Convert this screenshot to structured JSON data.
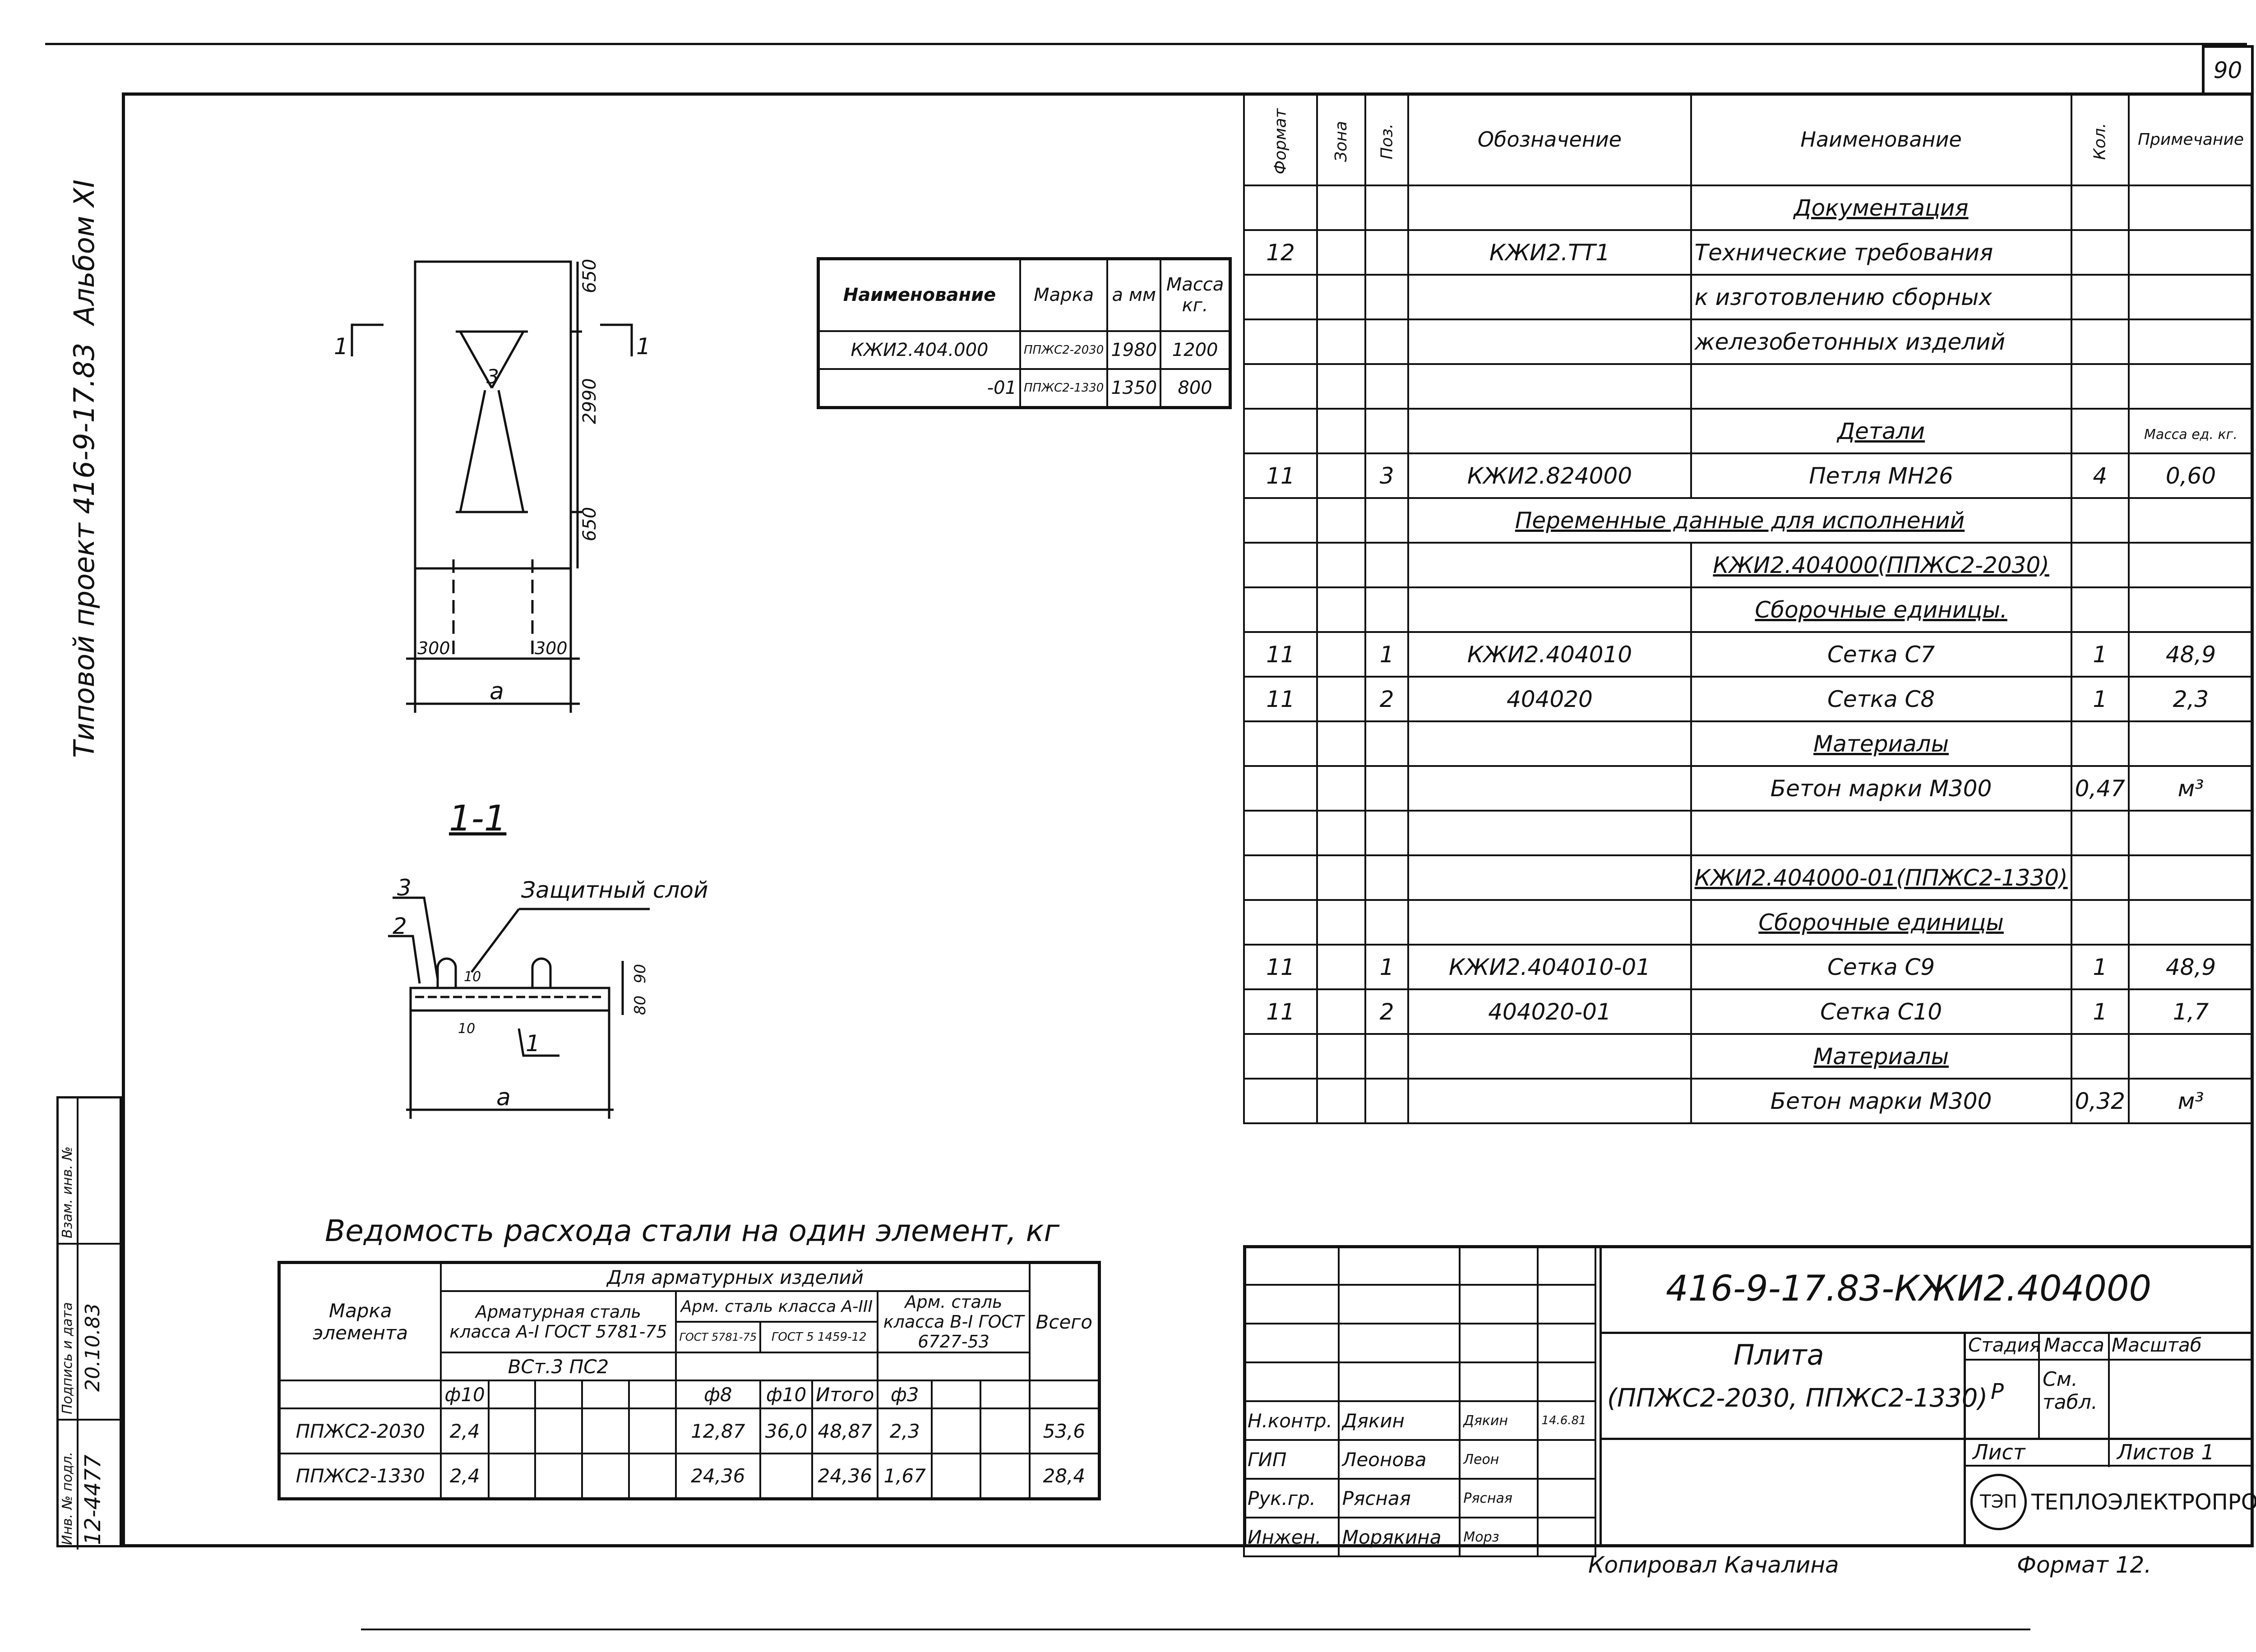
{
  "page_number": "90",
  "side": {
    "album": "Альбом XI",
    "project": "Типовой проект 416-9-17.83",
    "inv_no_label": "Инв. № подл.",
    "inv_no": "12-4477",
    "sign_date_label": "Подпись и дата",
    "sign_date": "20.10.83",
    "vzam_label": "Взам. инв. №"
  },
  "drawing": {
    "section_label": "1-1",
    "section_mark": "1",
    "pos3": "3",
    "dim_650_top": "650",
    "dim_650_bottom": "650",
    "dim_2990": "2990",
    "dim_300_left": "300",
    "dim_300_right": "300",
    "dim_a": "a",
    "sec_pos3": "3",
    "sec_pos2": "2",
    "sec_pos1": "1",
    "protective_layer": "Защитный слой",
    "dim_90": "90",
    "dim_80": "80",
    "dim_10_top": "10",
    "dim_10_bottom": "10",
    "sec_dim_a": "a"
  },
  "mass_table": {
    "headers": [
      "Наименование",
      "Марка",
      "a мм",
      "Масса кг."
    ],
    "rows": [
      [
        "КЖИ2.404.000",
        "ППЖС2-2030",
        "1980",
        "1200"
      ],
      [
        "-01",
        "ППЖС2-1330",
        "1350",
        "800"
      ]
    ]
  },
  "spec": {
    "headers": [
      "Формат",
      "Зона",
      "Поз.",
      "Обозначение",
      "Наименование",
      "Кол.",
      "Примечание"
    ],
    "rows": [
      [
        "",
        "",
        "",
        "",
        "Документация",
        "",
        "",
        "ul"
      ],
      [
        "12",
        "",
        "",
        "КЖИ2.ТТ1",
        "Технические требования",
        "",
        ""
      ],
      [
        "",
        "",
        "",
        "",
        "к изготовлению сборных",
        "",
        ""
      ],
      [
        "",
        "",
        "",
        "",
        "железобетонных изделий",
        "",
        ""
      ],
      [
        "",
        "",
        "",
        "",
        "",
        "",
        ""
      ],
      [
        "",
        "",
        "",
        "",
        "Детали",
        "",
        "Масса ед. кг.",
        "ul"
      ],
      [
        "11",
        "",
        "3",
        "КЖИ2.824000",
        "Петля МН26",
        "4",
        "0,60"
      ],
      [
        "",
        "",
        "",
        "Переменные данные для исполнений",
        "",
        "",
        "",
        "span"
      ],
      [
        "",
        "",
        "",
        "",
        "КЖИ2.404000(ППЖС2-2030)",
        "",
        "",
        "ul"
      ],
      [
        "",
        "",
        "",
        "",
        "Сборочные единицы.",
        "",
        "",
        "ul"
      ],
      [
        "11",
        "",
        "1",
        "КЖИ2.404010",
        "Сетка С7",
        "1",
        "48,9"
      ],
      [
        "11",
        "",
        "2",
        "404020",
        "Сетка С8",
        "1",
        "2,3"
      ],
      [
        "",
        "",
        "",
        "",
        "Материалы",
        "",
        "",
        "ul"
      ],
      [
        "",
        "",
        "",
        "",
        "Бетон марки М300",
        "0,47",
        "м³"
      ],
      [
        "",
        "",
        "",
        "",
        "",
        "",
        ""
      ],
      [
        "",
        "",
        "",
        "",
        "КЖИ2.404000-01(ППЖС2-1330)",
        "",
        "",
        "ul"
      ],
      [
        "",
        "",
        "",
        "",
        "Сборочные единицы",
        "",
        "",
        "ul"
      ],
      [
        "11",
        "",
        "1",
        "КЖИ2.404010-01",
        "Сетка С9",
        "1",
        "48,9"
      ],
      [
        "11",
        "",
        "2",
        "404020-01",
        "Сетка С10",
        "1",
        "1,7"
      ],
      [
        "",
        "",
        "",
        "",
        "Материалы",
        "",
        "",
        "ul"
      ],
      [
        "",
        "",
        "",
        "",
        "Бетон марки М300",
        "0,32",
        "м³"
      ]
    ]
  },
  "steel": {
    "title": "Ведомость расхода стали на один элемент, кг",
    "h_group": "Для арматурных изделий",
    "h_mark": "Марка элемента",
    "h_a1": "Арматурная сталь класса А-I ГОСТ 5781-75",
    "h_a1_grade": "ВСт.3 ПС2",
    "h_a3": "Арм. сталь класса А-III",
    "h_a3_gost1": "ГОСТ 5781-75",
    "h_a3_gost2": "ГОСТ 5 1459-12",
    "h_b1": "Арм. сталь класса В-I ГОСТ 6727-53",
    "h_total": "Всего",
    "d_a1": "ф10",
    "d_a3_1": "ф8",
    "d_a3_2": "ф10",
    "d_a3_sum": "Итого",
    "d_b1": "ф3",
    "rows": [
      [
        "ППЖС2-2030",
        "2,4",
        "12,87",
        "36,0",
        "48,87",
        "2,3",
        "53,6"
      ],
      [
        "ППЖС2-1330",
        "2,4",
        "24,36",
        "",
        "24,36",
        "1,67",
        "28,4"
      ]
    ]
  },
  "stamp": {
    "code": "416-9-17.83-КЖИ2.404000",
    "name": "Плита",
    "subname": "(ППЖС2-2030, ППЖС2-1330)",
    "stage_label": "Стадия",
    "mass_label": "Масса",
    "scale_label": "Масштаб",
    "stage": "Р",
    "mass": "См. табл.",
    "sheet_label": "Лист",
    "sheets_label": "Листов 1",
    "org": "ТЕПЛОЭЛЕКТРОПРОЕКТ",
    "people": [
      [
        "Н.контр.",
        "Дякин",
        "Дякин",
        "14.6.81"
      ],
      [
        "ГИП",
        "Леонова",
        "Леон",
        ""
      ],
      [
        "Рук.гр.",
        "Рясная",
        "Рясная",
        ""
      ],
      [
        "Инжен.",
        "Морякина",
        "Морз",
        ""
      ]
    ],
    "copied": "Копировал Качалина",
    "format": "Формат 12."
  }
}
